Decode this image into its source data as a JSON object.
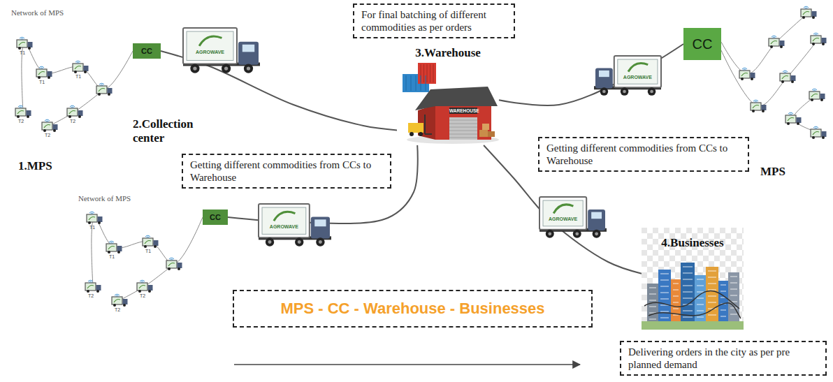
{
  "diagram": {
    "nodes": [
      {
        "text": [
          "For final batching of different commodities as per orders"
        ]
      },
      {
        "text": [
          "CC"
        ]
      },
      {
        "text": [
          "3.Warehouse"
        ]
      },
      {
        "text": [
          "CC"
        ]
      },
      {
        "text": [
          "Getting different commodities from CCs to Warehouse"
        ]
      },
      {
        "text": [
          "Getting different commodities from CCs to Warehouse"
        ]
      },
      {
        "text": [
          "4.Businesses"
        ]
      },
      {
        "text": [
          "CC"
        ]
      },
      {
        "text": [
          "MPS - CC - Warehouse - Businesses"
        ]
      },
      {
        "text": [
          "Delivering orders in the city as per pre planned demand"
        ]
      }
    ],
    "edges": [
      {
        "from": 1,
        "to": 2,
        "arrow": "none"
      },
      {
        "from": 7,
        "to": 2,
        "arrow": "none"
      },
      {
        "from": 3,
        "to": 2,
        "arrow": "none"
      },
      {
        "from": 2,
        "to": 6,
        "arrow": "none"
      }
    ],
    "labels": [
      "Network of MPS",
      "1.MPS",
      "2.Collection center",
      "Network of MPS",
      "MPS",
      "T1",
      "T1",
      "T1",
      "T2",
      "T2",
      "T2",
      "T1",
      "T1",
      "T1",
      "T2",
      "T2",
      "T2",
      "AGROWAVE",
      "AGROWAVE",
      "AGROWAVE",
      "AGROWAVE",
      "WAREHOUSE"
    ]
  }
}
